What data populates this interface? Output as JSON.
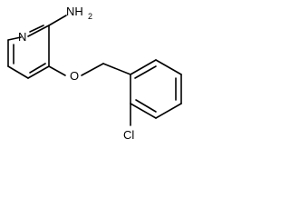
{
  "molecule": {
    "atoms": {
      "nitrogen": "N",
      "amine_n": "NH",
      "amine_h_count": "2",
      "oxygen": "O",
      "chlorine": "Cl"
    },
    "line_color": "#000000",
    "background": "#ffffff"
  }
}
